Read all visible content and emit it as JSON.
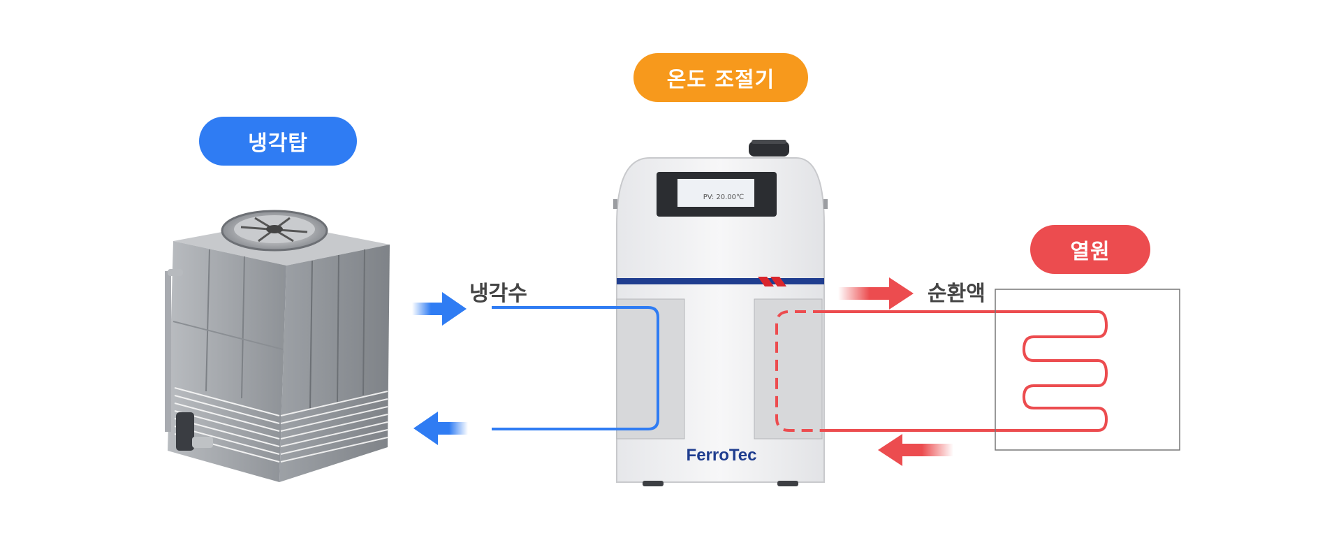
{
  "labels": {
    "cooling_tower": "냉각탑",
    "temperature_controller": "온도 조절기",
    "heat_source": "열원",
    "cooling_water": "냉각수",
    "circulating_fluid": "순환액"
  },
  "device": {
    "brand": "FerroTec",
    "screen_text": "PV: 20.00℃"
  },
  "colors": {
    "blue": "#2f7cf3",
    "orange": "#f7991c",
    "red": "#ec4c4f"
  }
}
